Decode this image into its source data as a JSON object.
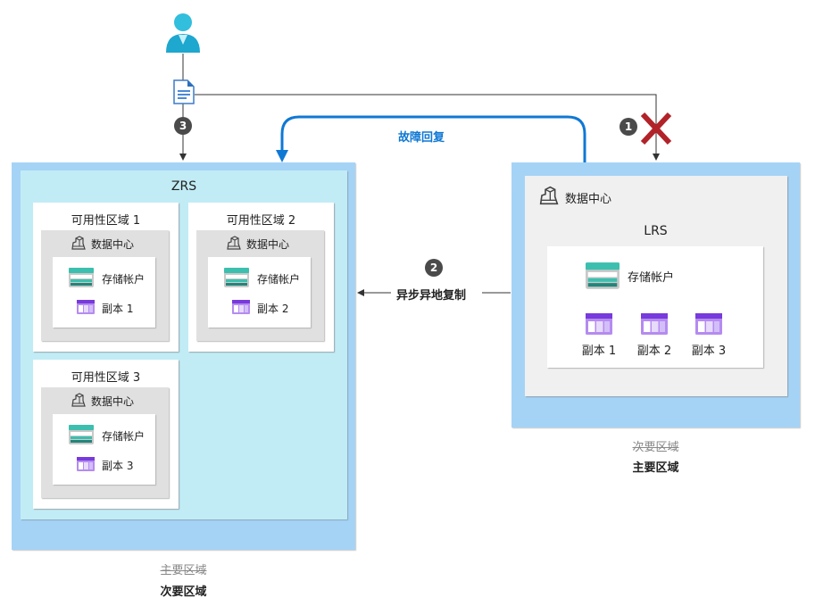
{
  "flow": {
    "failover_label": "故障回复",
    "async_label": "异步异地复制",
    "step1": "1",
    "step2": "2",
    "step3": "3",
    "colors": {
      "failover": "#0f78d4",
      "failure_x": "#b22229",
      "badge": "#4a4a4a"
    }
  },
  "left_region": {
    "title": "ZRS",
    "old_label": "主要区域",
    "new_label": "次要区域",
    "zones": [
      {
        "label": "可用性区域 1",
        "datacenter": "数据中心",
        "account": "存储帐户",
        "replica": "副本 1"
      },
      {
        "label": "可用性区域 2",
        "datacenter": "数据中心",
        "account": "存储帐户",
        "replica": "副本 2"
      },
      {
        "label": "可用性区域 3",
        "datacenter": "数据中心",
        "account": "存储帐户",
        "replica": "副本 3"
      }
    ]
  },
  "right_region": {
    "datacenter": "数据中心",
    "title": "LRS",
    "account": "存储帐户",
    "replicas": [
      "副本 1",
      "副本 2",
      "副本 3"
    ],
    "old_label": "次要区域",
    "new_label": "主要区域"
  }
}
